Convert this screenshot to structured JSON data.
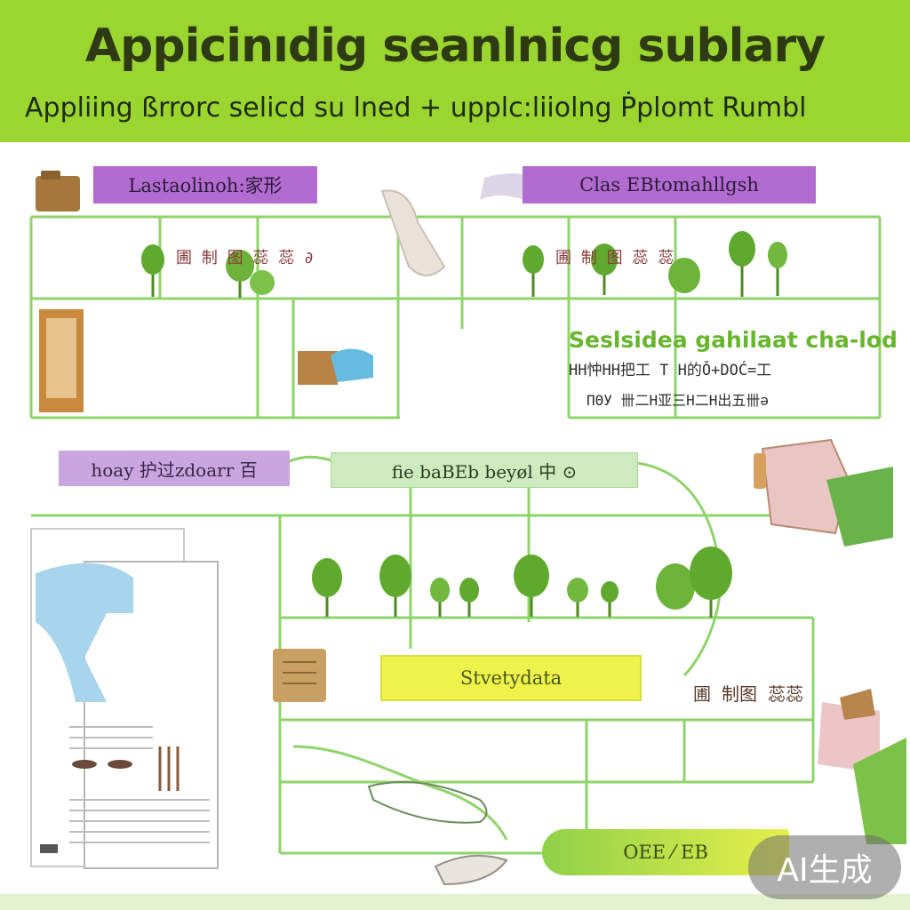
{
  "header": {
    "title": "Appicinıdig seanlnicg sublary",
    "subtitle": "Appliing ßrrorc selicd su lned + upplc:liiolng Ṗplomt Rumbl"
  },
  "labels": {
    "top_left": "Lastaolinoh:家形",
    "top_right": "Clas EBtomahllgsh",
    "mid_left": "hoay 护过zdoarr 百",
    "mid_center": "fie baBEb beyøl 中 ⊙",
    "green_heading": "Seslsidea gahilaat cha-lod",
    "green_line1": "HH忡HH把工 T H的Ǒ+DOĆ=工",
    "green_line2": "ΠΘУ 卌二H亚三H二H出五卌ǝ",
    "yellow_box": "Stvetydata",
    "row_text": "圃 制图 蕊蕊",
    "bottom_bar": "OEE ⁄ EB"
  },
  "badge": {
    "text": "AI生成"
  },
  "colors": {
    "header_green": "#9ad62f",
    "purple": "#b26bd0",
    "line_green": "#8fd46a",
    "plant_green": "#5faa2e"
  }
}
